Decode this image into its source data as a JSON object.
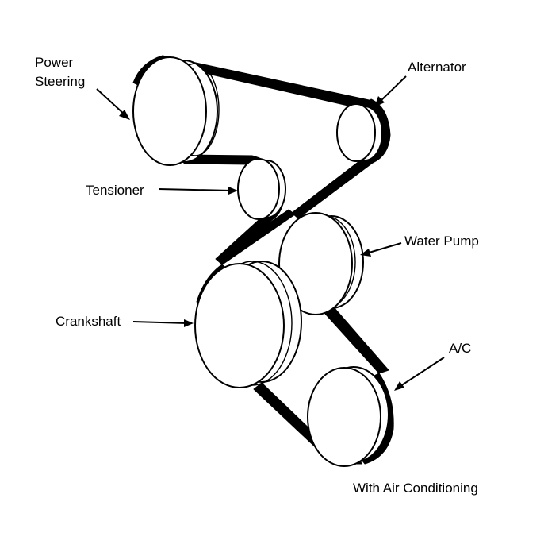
{
  "labels": {
    "power_steering_line1": "Power",
    "power_steering_line2": "Steering",
    "alternator": "Alternator",
    "tensioner": "Tensioner",
    "water_pump": "Water Pump",
    "crankshaft": "Crankshaft",
    "ac": "A/C",
    "caption": "With Air Conditioning"
  },
  "colors": {
    "ink": "#000000",
    "paper": "#ffffff"
  }
}
